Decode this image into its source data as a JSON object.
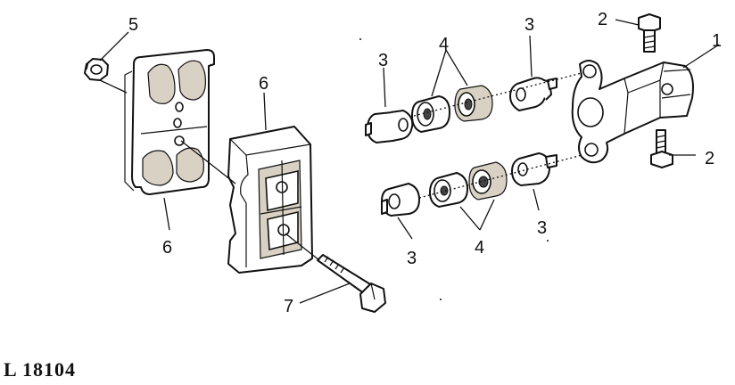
{
  "callouts": {
    "c1": "1",
    "c2a": "2",
    "c2b": "2",
    "c3a": "3",
    "c3b": "3",
    "c3c": "3",
    "c3d": "3",
    "c4a": "4",
    "c4b": "4",
    "c5": "5",
    "c6a": "6",
    "c6b": "6",
    "c7": "7"
  },
  "figure_id": "L 18104"
}
